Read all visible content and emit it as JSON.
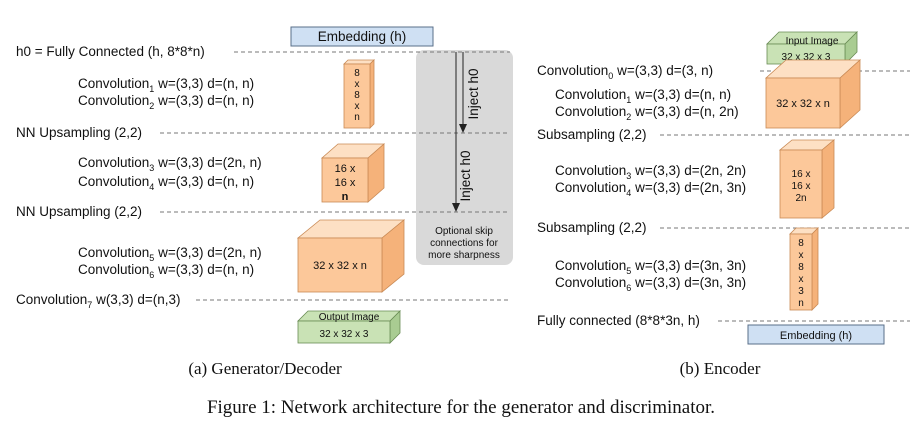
{
  "decoder": {
    "embedding_label": "Embedding (h)",
    "h0": "h0 = Fully Connected (h, 8*8*n)",
    "conv1": {
      "name": "Convolution",
      "idx": "1",
      "params": " w=(3,3) d=(n, n)"
    },
    "conv2": {
      "name": "Convolution",
      "idx": "2",
      "params": " w=(3,3) d=(n, n)"
    },
    "up1": "NN Upsampling (2,2)",
    "conv3": {
      "name": "Convolution",
      "idx": "3",
      "params": " w=(3,3) d=(2n, n)"
    },
    "conv4": {
      "name": "Convolution",
      "idx": "4",
      "params": " w=(3,3) d=(n, n)"
    },
    "up2": "NN Upsampling (2,2)",
    "conv5": {
      "name": "Convolution",
      "idx": "5",
      "params": " w=(3,3) d=(2n, n)"
    },
    "conv6": {
      "name": "Convolution",
      "idx": "6",
      "params": " w=(3,3) d=(n, n)"
    },
    "conv7": {
      "name": "Convolution",
      "idx": "7",
      "params": " w(3,3) d=(n,3)"
    },
    "cube_small": [
      "8",
      "x",
      "8",
      "x",
      "n"
    ],
    "cube_mid": [
      "16 x",
      "16 x",
      "n"
    ],
    "cube_big": "32 x 32 x n",
    "output_image": "Output Image",
    "output_dims": "32 x 32 x 3",
    "inject_a": "Inject h0",
    "inject_b": "Inject h0",
    "skip_note": [
      "Optional skip",
      "connections for",
      "more sharpness"
    ],
    "caption": "(a) Generator/Decoder"
  },
  "encoder": {
    "input_image": "Input Image",
    "input_dims": "32 x 32 x 3",
    "conv0": {
      "name": "Convolution",
      "idx": "0",
      "params": " w=(3,3) d=(3, n)"
    },
    "conv1": {
      "name": "Convolution",
      "idx": "1",
      "params": " w=(3,3) d=(n, n)"
    },
    "conv2": {
      "name": "Convolution",
      "idx": "2",
      "params": " w=(3,3) d=(n, 2n)"
    },
    "sub1": "Subsampling (2,2)",
    "conv3": {
      "name": "Convolution",
      "idx": "3",
      "params": " w=(3,3) d=(2n, 2n)"
    },
    "conv4": {
      "name": "Convolution",
      "idx": "4",
      "params": " w=(3,3) d=(2n, 3n)"
    },
    "sub2": "Subsampling (2,2)",
    "conv5": {
      "name": "Convolution",
      "idx": "5",
      "params": " w=(3,3) d=(3n, 3n)"
    },
    "conv6": {
      "name": "Convolution",
      "idx": "6",
      "params": " w=(3,3) d=(3n, 3n)"
    },
    "fc": "Fully connected (8*8*3n, h)",
    "cube_big": "32 x 32 x n",
    "cube_mid": [
      "16 x",
      "16 x",
      "2n"
    ],
    "cube_small": [
      "8",
      "x",
      "8",
      "x",
      "3",
      "n"
    ],
    "embedding_label": "Embedding (h)",
    "caption": "(b) Encoder"
  },
  "figure_caption": "Figure 1: Network architecture for the generator and discriminator.",
  "colors": {
    "cube_front": "#fcc89a",
    "cube_top": "#fde0c4",
    "cube_side": "#f5b27a",
    "cube_stroke": "#c98a55",
    "embedding_fill": "#cfe0f3",
    "embedding_stroke": "#5a6f8a",
    "image_fill": "#c9e2b5",
    "image_stroke": "#6a8c55",
    "skip_panel": "#d9d9d9"
  }
}
